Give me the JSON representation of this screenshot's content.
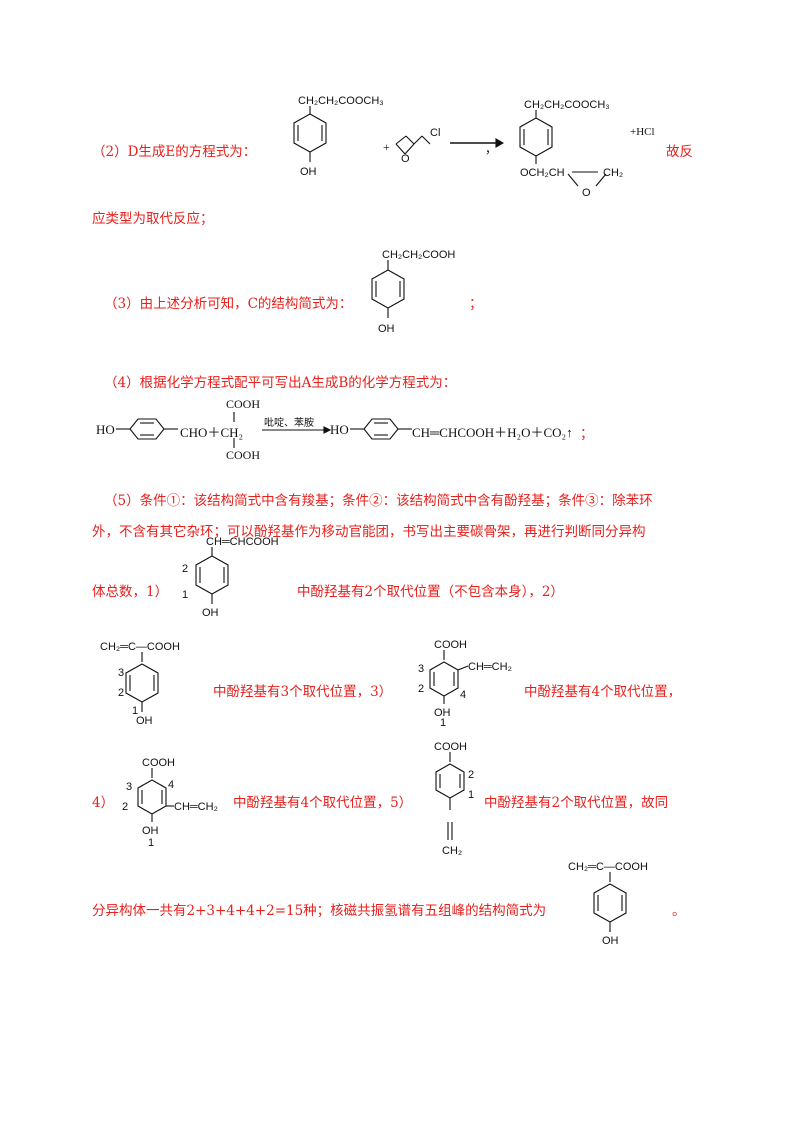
{
  "section2": {
    "text": "（2）D生成E的方程式为：",
    "reactant_sub": "CH₂CH₂COOCH₃",
    "oh": "OH",
    "plus": "+",
    "cl": "Cl",
    "product_top": "CH₂CH₂COOCH₃",
    "product_bottom": "OCH₂CH",
    "ch2": "CH₂",
    "o": "O",
    "comma": "，",
    "hcl": "+HCl",
    "tail": "故反",
    "line2": "应类型为取代反应；"
  },
  "section3": {
    "text": "（3）由上述分析可知，C的结构简式为：",
    "sub": "CH₂CH₂COOH",
    "oh": "OH",
    "end": "；"
  },
  "section4": {
    "text": "（4）根据化学方程式配平可写出A生成B的化学方程式为：",
    "ho": "HO",
    "cho_plus": "CHO＋CH₂",
    "cooh_top": "COOH",
    "cooh_bottom": "COOH",
    "conditions": "吡啶、苯胺",
    "ho2": "HO",
    "product_tail": "CH═CHCOOH＋H₂O＋CO₂↑",
    "end": "；"
  },
  "section5": {
    "line1": "（5）条件①：该结构简式中含有羧基；条件②：该结构简式中含有酚羟基；条件③：除苯环",
    "line2": "外，不含有其它杂环；可以酚羟基作为移动官能团，书写出主要碳骨架，再进行判断同分异构",
    "line3_start": "体总数，1）",
    "s1_sub": "CH═CHCOOH",
    "s1_text": "中酚羟基有2个取代位置（不包含本身），2）",
    "s2_sub": "CH₂═C—COOH",
    "s2_text": "中酚羟基有3个取代位置，3）",
    "s3_text": "中酚羟基有4个取代位置，",
    "s4_prefix": "4）",
    "s4_text": "中酚羟基有4个取代位置，5）",
    "s5_text": "中酚羟基有2个取代位置，故同",
    "final_text": "分异构体一共有2+3+4+4+2=15种；核磁共振氢谱有五组峰的结构简式为",
    "final_end": "。",
    "cooh": "COOH",
    "ch_ch2": "CH═CH₂",
    "oh": "OH",
    "ch2_label": "CH₂",
    "n1": "1",
    "n2": "2",
    "n3": "3",
    "n4": "4"
  },
  "colors": {
    "answer_text": "#e8201c",
    "structure": "#111111"
  }
}
